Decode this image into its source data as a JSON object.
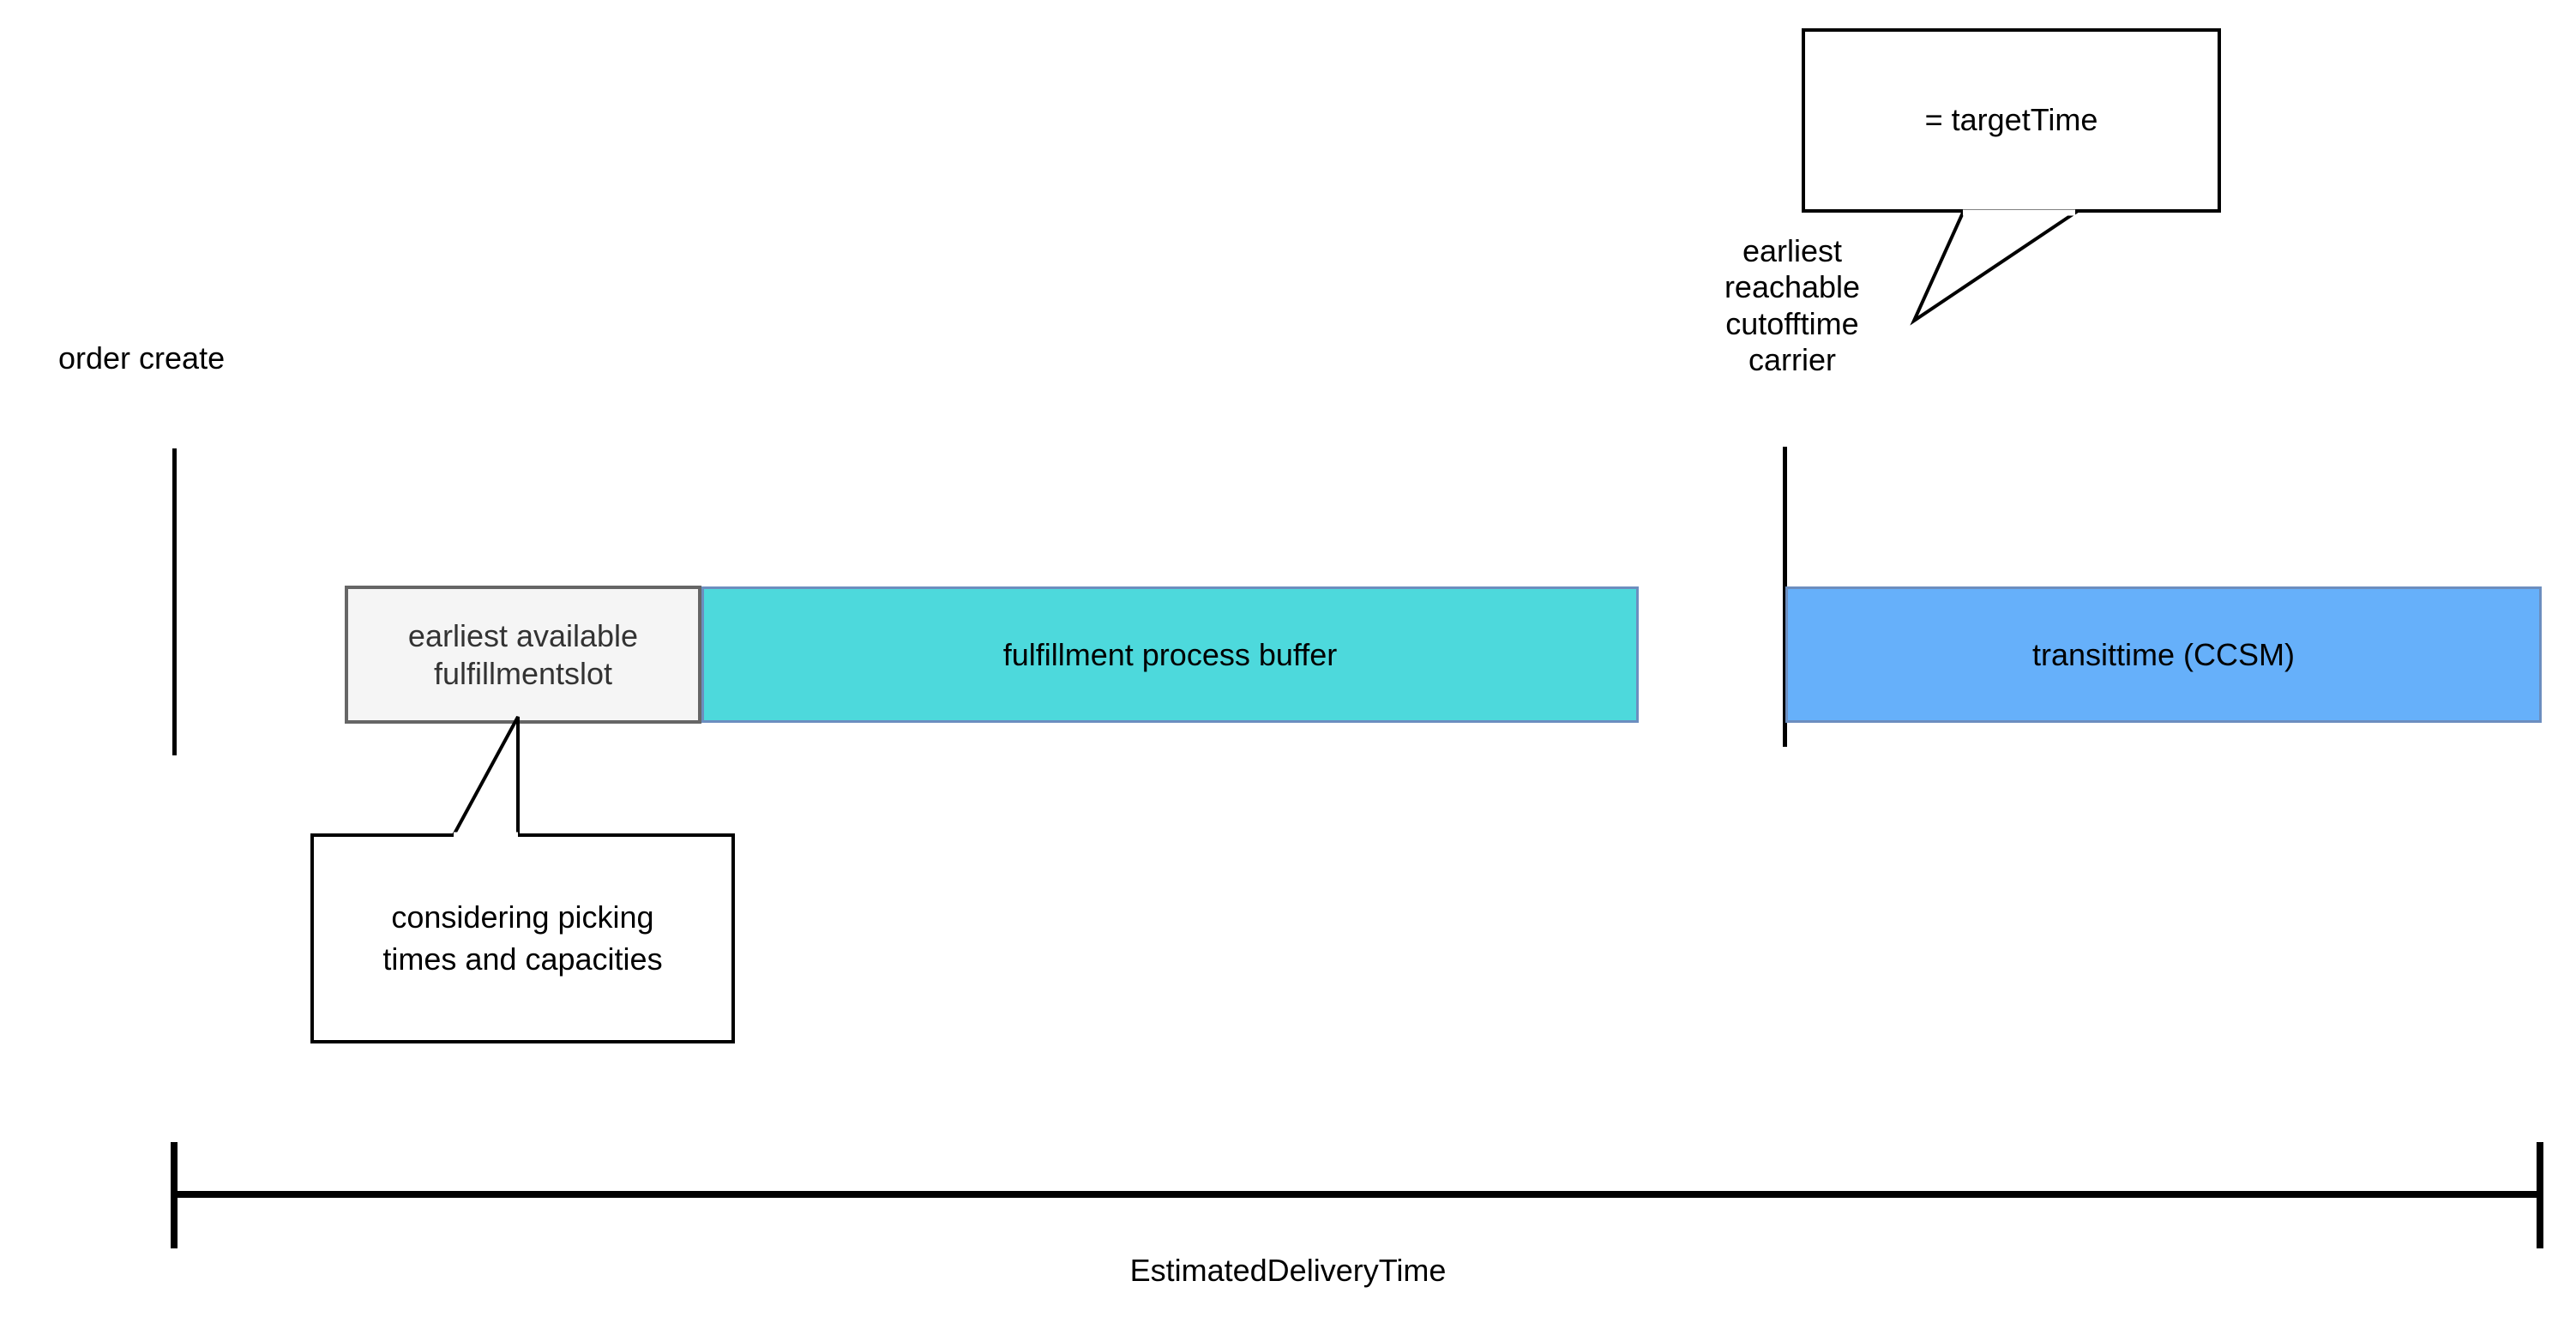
{
  "diagram": {
    "title_label": "EstimatedDeliveryTime",
    "markers": [
      {
        "id": "order-create",
        "label": "order create"
      },
      {
        "id": "earliest-reachable-cutofftime-carrier",
        "label": "earliest\nreachable\ncutofftime\ncarrier"
      }
    ],
    "segments": [
      {
        "id": "earliest-available-fulfillmentslot",
        "label": "earliest available\nfulfillmentslot",
        "fill": "#f5f5f5",
        "stroke": "#666666"
      },
      {
        "id": "fulfillment-process-buffer",
        "label": "fulfillment process buffer",
        "fill": "#4dd9dc",
        "stroke": "#6c8ebf"
      },
      {
        "id": "transittime-ccsm",
        "label": "transittime (CCSM)",
        "fill": "#66b0fa",
        "stroke": "#6c8ebf"
      }
    ],
    "callouts": [
      {
        "id": "target-time-callout",
        "label": "= targetTime"
      },
      {
        "id": "picking-times-callout",
        "label": "considering picking\ntimes and capacities"
      }
    ],
    "span": {
      "id": "estimated-delivery-time-span",
      "label": "EstimatedDeliveryTime"
    },
    "colors": {
      "background": "#ffffff",
      "line": "#000000",
      "slot_fill": "#f5f5f5",
      "slot_stroke": "#666666",
      "buffer_fill": "#4dd9dc",
      "transit_fill": "#66b0fa",
      "bar_stroke": "#6c8ebf",
      "text": "#000000"
    }
  }
}
